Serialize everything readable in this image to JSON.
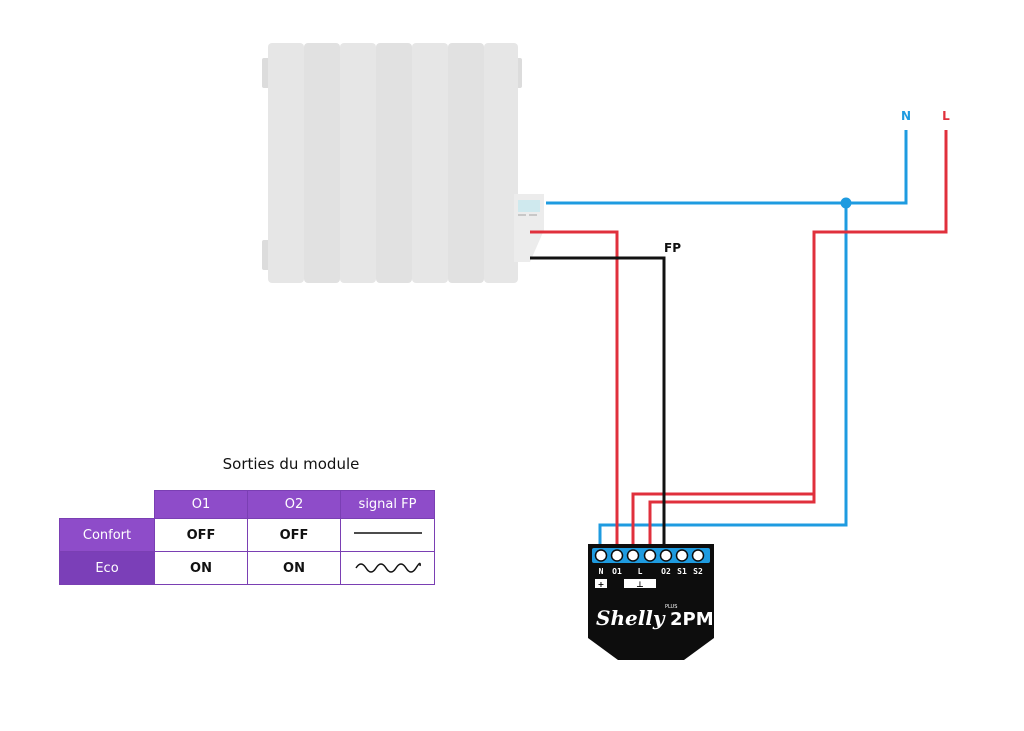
{
  "wires": {
    "neutral_label": "N",
    "line_label": "L",
    "fp_label": "FP",
    "colors": {
      "neutral": "#1e9be0",
      "line": "#e0303c",
      "pilot": "#111111"
    }
  },
  "module": {
    "terminals": [
      "N",
      "O1",
      "L",
      "O2",
      "S1",
      "S2"
    ],
    "brand": "Shelly",
    "plus": "PLUS",
    "model": "2PM",
    "plus_symbol": "+",
    "ground_symbol": "⊥"
  },
  "table": {
    "title": "Sorties du module",
    "headers": [
      "O1",
      "O2",
      "signal FP"
    ],
    "rows": [
      {
        "label": "Confort",
        "o1": "OFF",
        "o2": "OFF",
        "signal": "flat"
      },
      {
        "label": "Eco",
        "o1": "ON",
        "o2": "ON",
        "signal": "wave"
      }
    ],
    "colors": {
      "header": "#8e4cc9",
      "eco": "#7b3fb8"
    }
  }
}
